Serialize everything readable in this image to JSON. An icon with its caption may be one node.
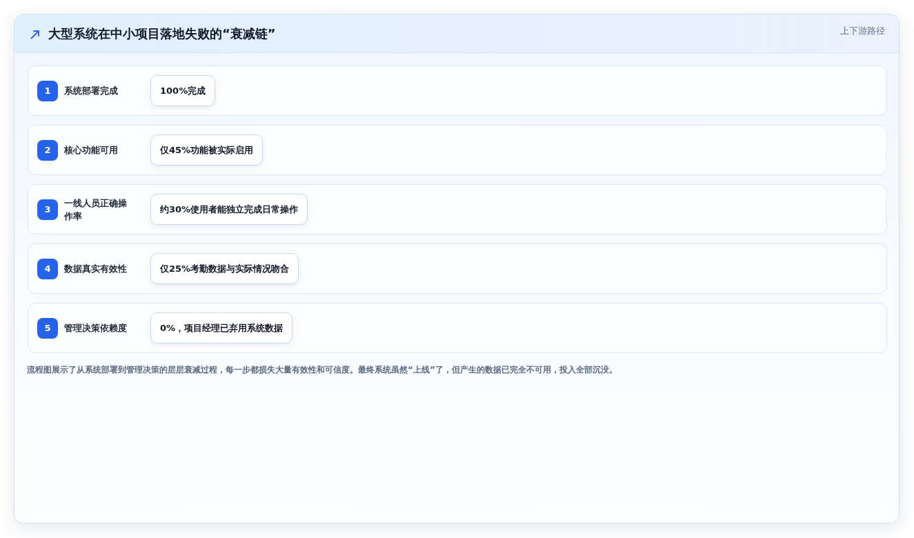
{
  "diagram": {
    "title": "大型系统在中小项目落地失败的“衰减链”",
    "nodes": [
      {
        "text": [
          "系统部署完成"
        ]
      },
      {
        "text": [
          "1"
        ],
        "in": 0
      },
      {
        "text": [
          "100%完成"
        ],
        "in": 0
      },
      {
        "text": [
          "核心功能可用"
        ]
      },
      {
        "text": [
          "2"
        ],
        "in": 3
      },
      {
        "text": [
          "仅45%功能被实际启用"
        ],
        "in": 3
      },
      {
        "text": [
          "一线人员正确操作率"
        ]
      },
      {
        "text": [
          "3"
        ],
        "in": 6
      },
      {
        "text": [
          "约30%使用者能独立完成日常操作"
        ],
        "in": 6
      },
      {
        "text": [
          "数据真实有效性"
        ]
      },
      {
        "text": [
          "4"
        ],
        "in": 9
      },
      {
        "text": [
          "仅25%考勤数据与实际情况吻合"
        ],
        "in": 9
      },
      {
        "text": [
          "管理决策依赖度"
        ]
      },
      {
        "text": [
          "5"
        ],
        "in": 12
      },
      {
        "text": [
          "0%，项目经理已弃用系统数据"
        ],
        "in": 12
      }
    ],
    "labels": [
      "上下游路径"
    ],
    "caption": "流程图展示了从系统部署到管理决策的层层衰减过程，每一步都损失大量有效性和可信度。最终系统虽然“上线”了，但产生的数据已完全不可用，投入全部沉没。"
  }
}
